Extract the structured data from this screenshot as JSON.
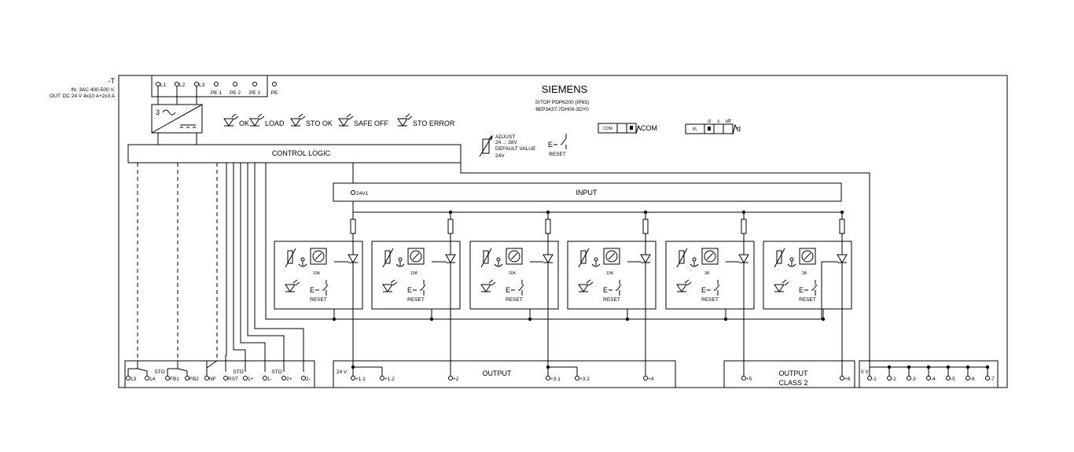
{
  "device": {
    "tag": "-T",
    "input_spec": "IN: 3AC 400-500 V,",
    "output_spec": "OUT: DC 24 V 4x10 A+2x3 A",
    "brand": "SIEMENS",
    "model": "SITOP PDP6200 (IP65)",
    "order_no": "6EP3437-7DH00-3DY0"
  },
  "supply_terminals": [
    "L1",
    "L2",
    "L3",
    "PE 1",
    "PE 2",
    "PE 3",
    "PE"
  ],
  "converter_label": "3",
  "status_leds": [
    "OK",
    "LOAD",
    "STO OK",
    "SAFE OFF",
    "STO ERROR"
  ],
  "adjust": {
    "line1": "ADJUST",
    "line2": "24 ... 28V",
    "line3": "DEFAULT VALUE",
    "line4": "24V"
  },
  "reset_button": {
    "e_label": "E",
    "label": "RESET"
  },
  "com": {
    "box_label": "COM",
    "text": "COM"
  },
  "pl": {
    "box_label": "PL",
    "d": "d",
    "c": "c",
    "off": "off",
    "right_d": "d"
  },
  "control_logic": "CONTROL LOGIC",
  "input_bus": {
    "label": "INPUT",
    "terminal": "24V1"
  },
  "channels": [
    {
      "rating": "10A",
      "e_label": "E",
      "reset": "RESET"
    },
    {
      "rating": "10A",
      "e_label": "E",
      "reset": "RESET"
    },
    {
      "rating": "10A",
      "e_label": "E",
      "reset": "RESET"
    },
    {
      "rating": "10A",
      "e_label": "E",
      "reset": "RESET"
    },
    {
      "rating": "3A",
      "e_label": "E",
      "reset": "RESET"
    },
    {
      "rating": "3A",
      "e_label": "E",
      "reset": "RESET"
    }
  ],
  "bottom_left": {
    "sto_label_1": "STO",
    "sto_label_2": "STO",
    "sto_label_3": "STO",
    "terminals": [
      "13",
      "14",
      "FB1",
      "FB2",
      "NF",
      "RST",
      "1+",
      "1-",
      "2+",
      "2-"
    ]
  },
  "output_block": {
    "label": "OUTPUT",
    "voltage": "24 V",
    "terminals": [
      "+1.1",
      "+1.2",
      "+2",
      "+3.1",
      "+3.2",
      "+4"
    ]
  },
  "output_class2": {
    "label1": "OUTPUT",
    "label2": "CLASS 2",
    "terminals": [
      "+5",
      "+6"
    ]
  },
  "zero_block": {
    "label": "0 V",
    "terminals": [
      "-1",
      "-2",
      "-3",
      "-4",
      "-5",
      "-6",
      "-7"
    ]
  }
}
